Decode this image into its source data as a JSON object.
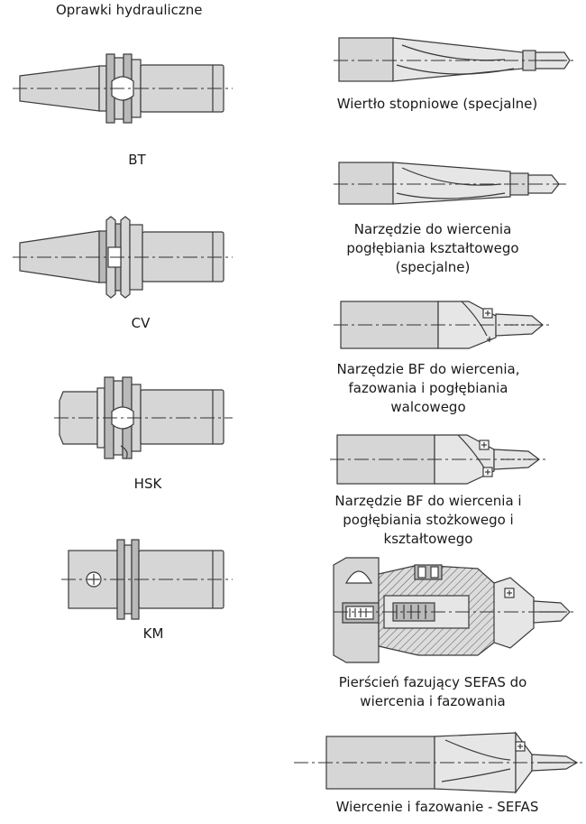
{
  "page_title": "Oprawki hydrauliczne",
  "holders": [
    {
      "id": "bt",
      "label": "BT"
    },
    {
      "id": "cv",
      "label": "CV"
    },
    {
      "id": "hsk",
      "label": "HSK"
    },
    {
      "id": "km",
      "label": "KM"
    }
  ],
  "tools": [
    {
      "id": "step-drill",
      "lines": [
        "Wiertło stopniowe (specjalne)"
      ]
    },
    {
      "id": "profile-counterbore",
      "lines": [
        "Narzędzie do wiercenia",
        "pogłębiania kształtowego",
        "(specjalne)"
      ]
    },
    {
      "id": "bf-cylindrical",
      "lines": [
        "Narzędzie BF do wiercenia,",
        "fazowania i pogłębiania",
        "walcowego"
      ]
    },
    {
      "id": "bf-conical",
      "lines": [
        "Narzędzie BF do wiercenia i",
        "pogłębiania stożkowego i",
        "kształtowego"
      ]
    },
    {
      "id": "sefas-ring",
      "lines": [
        "Pierścień fazujący SEFAS do",
        "wiercenia i fazowania"
      ]
    },
    {
      "id": "sefas",
      "lines": [
        "Wiercenie i fazowanie - SEFAS"
      ]
    }
  ]
}
